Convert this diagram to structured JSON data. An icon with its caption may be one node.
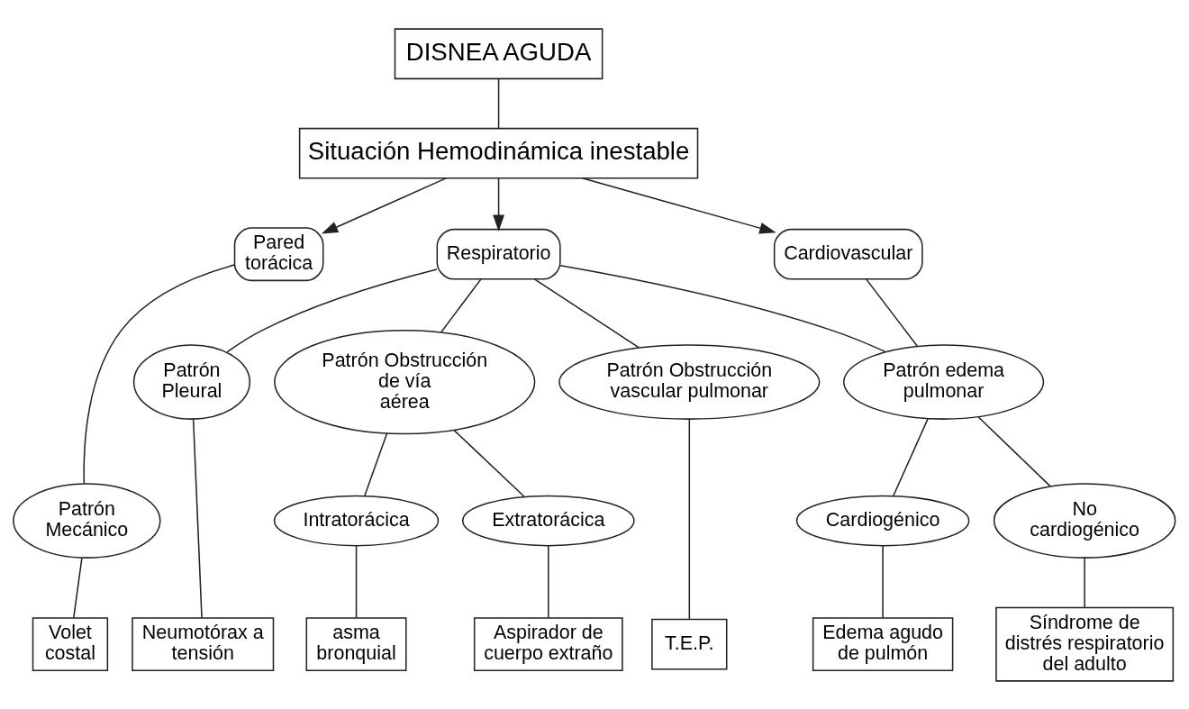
{
  "diagram": {
    "nodes": [
      {
        "text": [
          "DISNEA AGUDA"
        ]
      },
      {
        "text": [
          "Situación Hemodinámica inestable"
        ]
      },
      {
        "text": [
          "Pared torácica"
        ]
      },
      {
        "text": [
          "Respiratorio"
        ]
      },
      {
        "text": [
          "Cardiovascular"
        ]
      },
      {
        "text": [
          "Patrón Mecánico"
        ]
      },
      {
        "text": [
          "Patrón Pleural"
        ]
      },
      {
        "text": [
          "Patrón Obstrucción de vía aérea"
        ]
      },
      {
        "text": [
          "Patrón Obstrucción vascular pulmonar"
        ]
      },
      {
        "text": [
          "Patrón edema pulmonar"
        ]
      },
      {
        "text": [
          "Intratorácica"
        ]
      },
      {
        "text": [
          "Extratorácica"
        ]
      },
      {
        "text": [
          "Cardiogénico"
        ]
      },
      {
        "text": [
          "No cardiogénico"
        ]
      },
      {
        "text": [
          "Volet costal"
        ]
      },
      {
        "text": [
          "Neumotórax a tensión"
        ]
      },
      {
        "text": [
          "asma bronquial"
        ]
      },
      {
        "text": [
          "Aspirador de cuerpo extraño"
        ]
      },
      {
        "text": [
          "T.E.P."
        ]
      },
      {
        "text": [
          "Síndrome de distrés respiratorio del adulto"
        ]
      },
      {
        "text": [
          "Edema agudo de pulmón"
        ]
      }
    ],
    "edges": [
      {
        "from": 0,
        "to": 1,
        "arrow": "none"
      },
      {
        "from": 1,
        "to": 2,
        "arrow": "to"
      },
      {
        "from": 1,
        "to": 3,
        "arrow": "to"
      },
      {
        "from": 1,
        "to": 4,
        "arrow": "to"
      },
      {
        "from": 2,
        "to": 5,
        "arrow": "none"
      },
      {
        "from": 3,
        "to": 6,
        "arrow": "none"
      },
      {
        "from": 3,
        "to": 7,
        "arrow": "none"
      },
      {
        "from": 3,
        "to": 8,
        "arrow": "none"
      },
      {
        "from": 3,
        "to": 9,
        "arrow": "none"
      },
      {
        "from": 4,
        "to": 9,
        "arrow": "none"
      },
      {
        "from": 5,
        "to": 14,
        "arrow": "none"
      },
      {
        "from": 6,
        "to": 15,
        "arrow": "none"
      },
      {
        "from": 7,
        "to": 10,
        "arrow": "none"
      },
      {
        "from": 7,
        "to": 11,
        "arrow": "none"
      },
      {
        "from": 8,
        "to": 18,
        "arrow": "none"
      },
      {
        "from": 9,
        "to": 13,
        "arrow": "none"
      },
      {
        "from": 9,
        "to": 12,
        "arrow": "none"
      },
      {
        "from": 10,
        "to": 16,
        "arrow": "none"
      },
      {
        "from": 11,
        "to": 17,
        "arrow": "none"
      },
      {
        "from": 13,
        "to": 19,
        "arrow": "none"
      },
      {
        "from": 12,
        "to": 20,
        "arrow": "none"
      }
    ]
  }
}
